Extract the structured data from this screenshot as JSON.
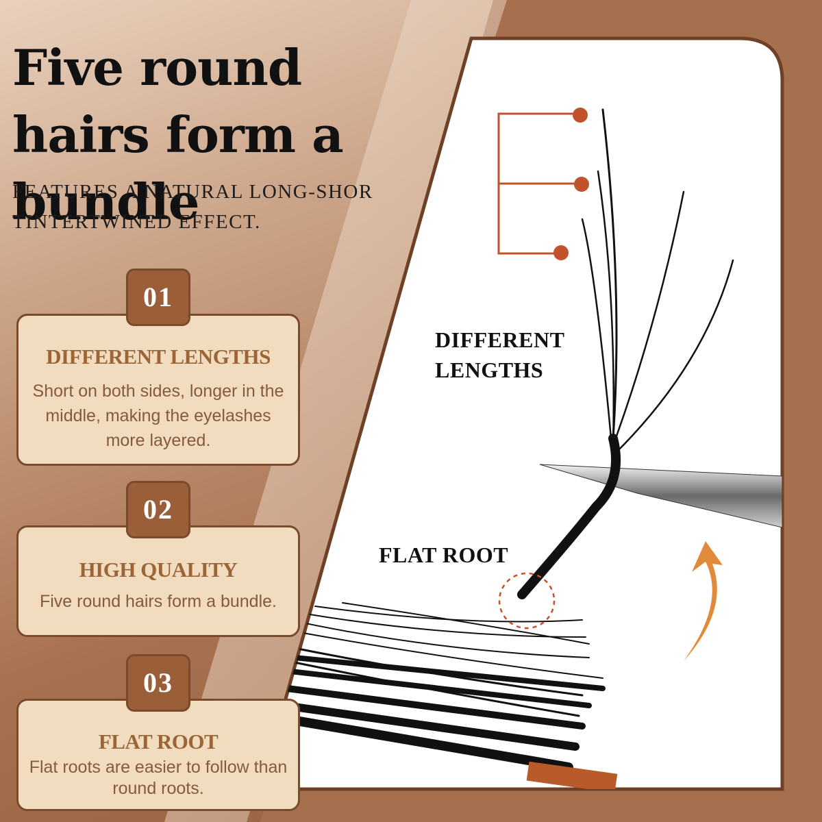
{
  "header": {
    "title": "Five round hairs form a bundle",
    "subtitle": "FEATURES A NATURAL LONG-SHOR TINTERTWINED EFFECT."
  },
  "features": [
    {
      "number": "01",
      "title": "DIFFERENT LENGTHS",
      "text": "Short on both sides, longer in the middle, making the eyelashes more layered."
    },
    {
      "number": "02",
      "title": "HIGH QUALITY",
      "text": "Five round hairs form a bundle."
    },
    {
      "number": "03",
      "title": "FLAT ROOT",
      "text": "Flat roots are easier to follow than round roots."
    }
  ],
  "photo": {
    "label_lengths": "DIFFERENT LENGTHS",
    "label_root": "FLAT ROOT"
  },
  "colors": {
    "background": "#a87150",
    "card": "#f1dcc0",
    "card_border": "#7a4a2d",
    "tab": "#9a5f38",
    "accent_dot": "#c2522a",
    "arrow": "#e08a3a"
  }
}
